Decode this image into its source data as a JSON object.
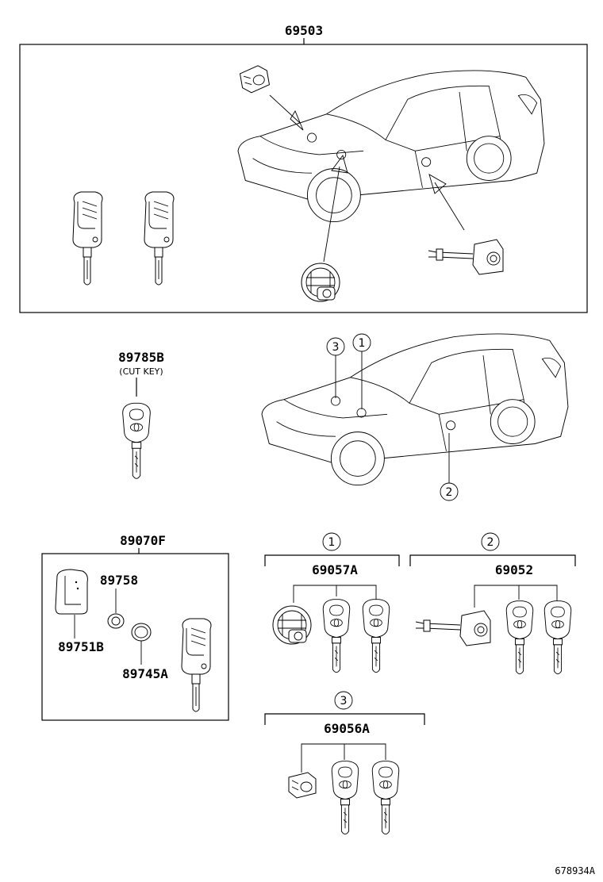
{
  "assembly": {
    "part_number": "69503"
  },
  "cut_key": {
    "part_number": "89785B",
    "note": "(CUT KEY)"
  },
  "transmitter_group": {
    "part_number": "89070F",
    "parts": {
      "case": "89751B",
      "cover": "89758",
      "battery": "89745A"
    }
  },
  "lock_sets": [
    {
      "ref": "1",
      "part_number": "69057A"
    },
    {
      "ref": "2",
      "part_number": "69052"
    },
    {
      "ref": "3",
      "part_number": "69056A"
    }
  ],
  "car_markers": [
    "3",
    "1",
    "2"
  ],
  "illustration_code": "678934A"
}
